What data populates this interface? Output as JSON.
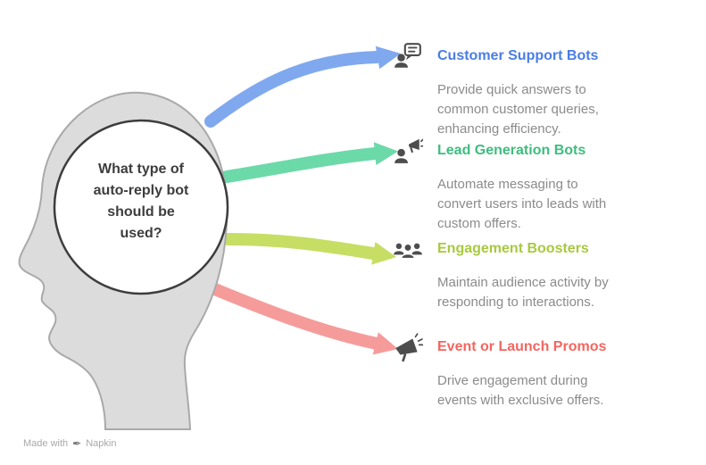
{
  "diagram": {
    "question": "What type of\nauto-reply bot\nshould be\nused?",
    "items": [
      {
        "title": "Customer Support Bots",
        "description": "Provide quick answers to\ncommon customer queries,\nenhancing efficiency.",
        "color": "#4a7de8",
        "arrow_color": "#7fa8ee",
        "icon": "person-chat-icon"
      },
      {
        "title": "Lead Generation Bots",
        "description": "Automate messaging to\nconvert users into leads with\ncustom offers.",
        "color": "#3ebd7e",
        "arrow_color": "#6cd9a9",
        "icon": "person-megaphone-icon"
      },
      {
        "title": "Engagement Boosters",
        "description": "Maintain audience activity by\nresponding to interactions.",
        "color": "#a8c93f",
        "arrow_color": "#c6de64",
        "icon": "people-group-icon"
      },
      {
        "title": "Event or Launch Promos",
        "description": "Drive engagement during\nevents with exclusive offers.",
        "color": "#f4655f",
        "arrow_color": "#f59c9b",
        "icon": "megaphone-icon"
      }
    ],
    "head": {
      "fill": "#dcdcdc",
      "stroke": "#a9a9a9",
      "circle_fill": "#ffffff",
      "circle_stroke": "#3d3d3d",
      "text_color": "#3d3d3d"
    },
    "description_color": "#8b8b8b",
    "icon_color": "#4d4d4d"
  },
  "footer": {
    "made_with": "Made with",
    "brand": "Napkin"
  }
}
